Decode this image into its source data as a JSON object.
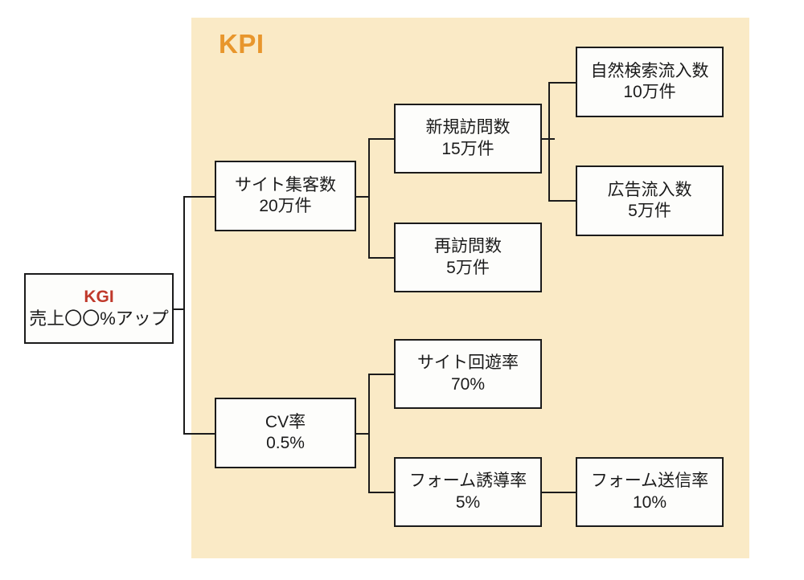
{
  "panel": {
    "title": "KPI",
    "bg_color": "#faeac6",
    "title_color": "#e8962c"
  },
  "colors": {
    "kgi_text": "#c0392b",
    "kpi_title": "#e8962c",
    "panel_bg": "#faeac6",
    "box_border": "#1b1b1b",
    "box_bg": "#fdfdfb",
    "page_bg": "#ffffff"
  },
  "nodes": {
    "kgi": {
      "line1": "KGI",
      "line2": "売上〇〇%アップ"
    },
    "site_traffic": {
      "line1": "サイト集客数",
      "line2": "20万件"
    },
    "new_visits": {
      "line1": "新規訪問数",
      "line2": "15万件"
    },
    "organic_inflow": {
      "line1": "自然検索流入数",
      "line2": "10万件"
    },
    "ad_inflow": {
      "line1": "広告流入数",
      "line2": "5万件"
    },
    "repeat_visits": {
      "line1": "再訪問数",
      "line2": "5万件"
    },
    "cv_rate": {
      "line1": "CV率",
      "line2": "0.5%"
    },
    "site_circulation_rate": {
      "line1": "サイト回遊率",
      "line2": "70%"
    },
    "form_guidance_rate": {
      "line1": "フォーム誘導率",
      "line2": "5%"
    },
    "form_submission_rate": {
      "line1": "フォーム送信率",
      "line2": "10%"
    }
  }
}
